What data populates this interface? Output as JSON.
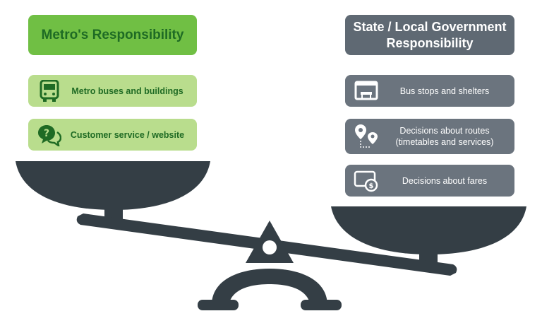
{
  "colors": {
    "scale": "#343e45",
    "metro_header": "#70bf44",
    "metro_item": "#b9dd8d",
    "metro_text": "#1e6b24",
    "gov_header": "#5f6973",
    "gov_item": "#6b747e",
    "gov_text": "#ffffff"
  },
  "left_panel": {
    "title": "Metro's Responsibility",
    "items": [
      {
        "icon": "bus-icon",
        "label": "Metro buses and buildings"
      },
      {
        "icon": "chat-question-icon",
        "label": "Customer service / website"
      }
    ]
  },
  "right_panel": {
    "title": "State / Local Government Responsibility",
    "items": [
      {
        "icon": "bus-shelter-icon",
        "label": "Bus stops and shelters"
      },
      {
        "icon": "route-pins-icon",
        "label": "Decisions about routes (timetables and services)"
      },
      {
        "icon": "fare-card-icon",
        "label": "Decisions about fares"
      }
    ]
  }
}
